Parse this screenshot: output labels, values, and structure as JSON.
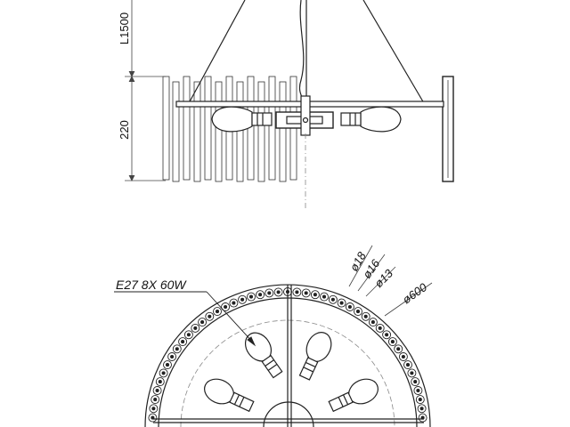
{
  "side_view": {
    "dims": {
      "chain": "L1500",
      "height": "220"
    }
  },
  "bottom_view": {
    "bulb_note": "E27 8X 60W",
    "diameters": [
      "ø18",
      "ø16",
      "ø13",
      "ø600"
    ]
  },
  "colors": {
    "line": "#222222",
    "dim_line": "#444444",
    "center_line": "#888888"
  }
}
